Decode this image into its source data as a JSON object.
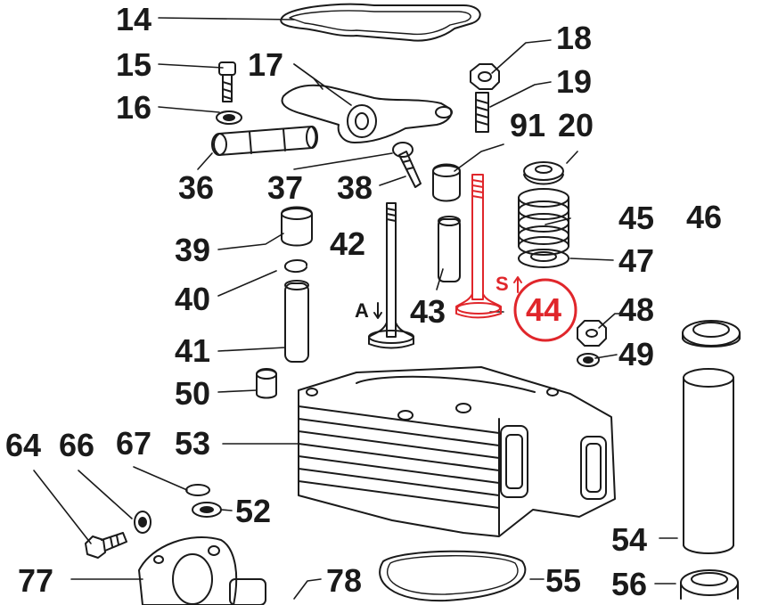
{
  "labels": {
    "n14": "14",
    "n15": "15",
    "n16": "16",
    "n17": "17",
    "n18": "18",
    "n19": "19",
    "n91": "91",
    "n20": "20",
    "n36": "36",
    "n37": "37",
    "n38": "38",
    "n39": "39",
    "n42": "42",
    "n45": "45",
    "n46": "46",
    "n47": "47",
    "n40": "40",
    "n43": "43",
    "n44": "44",
    "n48": "48",
    "n41": "41",
    "n49": "49",
    "n50": "50",
    "n53": "53",
    "n64": "64",
    "n66": "66",
    "n67": "67",
    "n52": "52",
    "n54": "54",
    "n77": "77",
    "n78": "78",
    "n55": "55",
    "n56": "56"
  },
  "markers": {
    "a": "A",
    "s": "S"
  },
  "colors": {
    "ink": "#1a1a1a",
    "highlight": "#e0262b",
    "background": "#ffffff"
  },
  "highlighted_part": "44"
}
